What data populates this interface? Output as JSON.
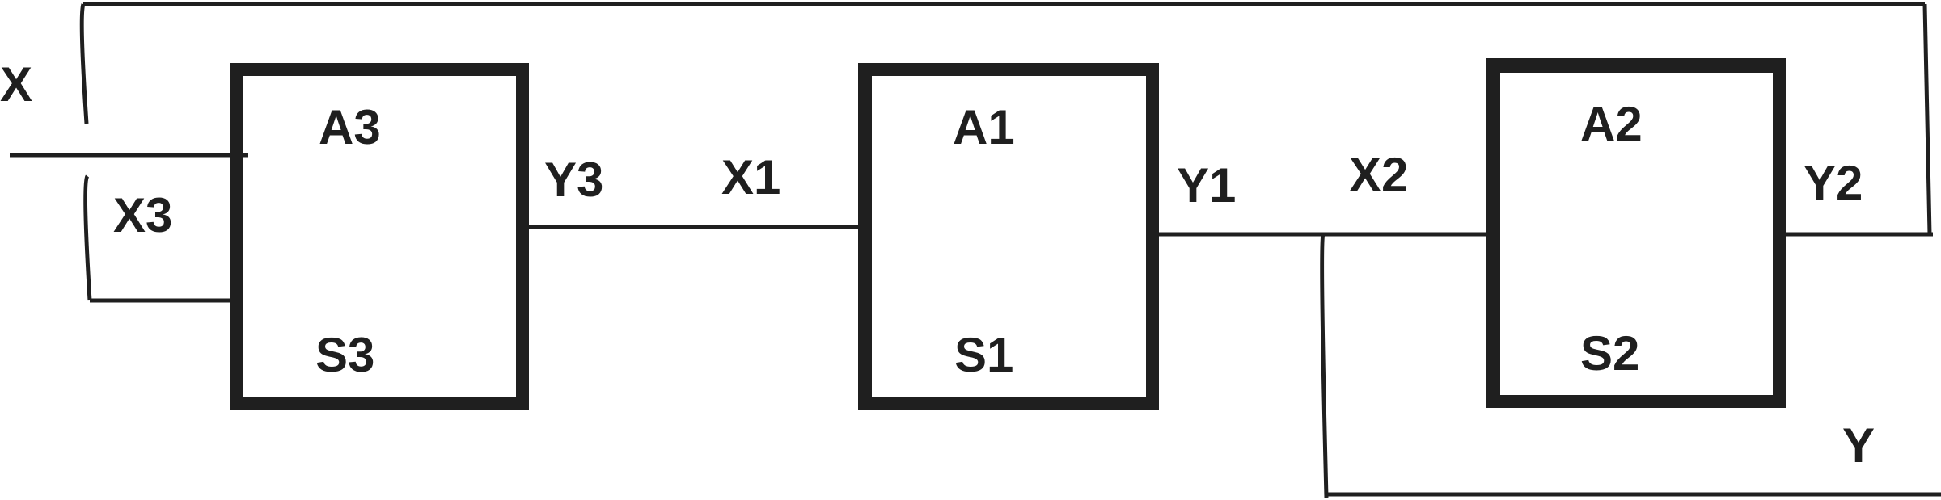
{
  "input_label": "X",
  "output_label": "Y",
  "blocks": [
    {
      "id": "block-3",
      "top_label": "A3",
      "bottom_label": "S3",
      "input_label": "X3",
      "output_label": "Y3"
    },
    {
      "id": "block-1",
      "top_label": "A1",
      "bottom_label": "S1",
      "input_label": "X1",
      "output_label": "Y1"
    },
    {
      "id": "block-2",
      "top_label": "A2",
      "bottom_label": "S2",
      "input_label": "X2",
      "output_label": "Y2"
    }
  ],
  "colors": {
    "line": "#1f1f1f",
    "background": "#ffffff"
  }
}
